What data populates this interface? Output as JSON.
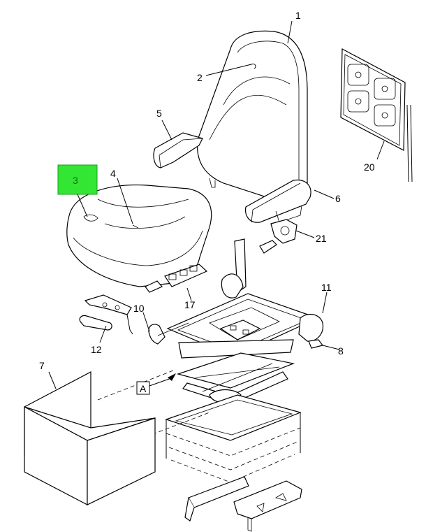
{
  "diagram": {
    "callouts": {
      "c1": "1",
      "c2": "2",
      "c3": "3",
      "c4": "4",
      "c5": "5",
      "c6": "6",
      "c7": "7",
      "c8": "8",
      "c10": "10",
      "c11": "11",
      "c12": "12",
      "c17": "17",
      "c20": "20",
      "c21": "21"
    },
    "view_marker": "A",
    "highlighted_callout": "3",
    "highlight_color": "#33e633"
  }
}
